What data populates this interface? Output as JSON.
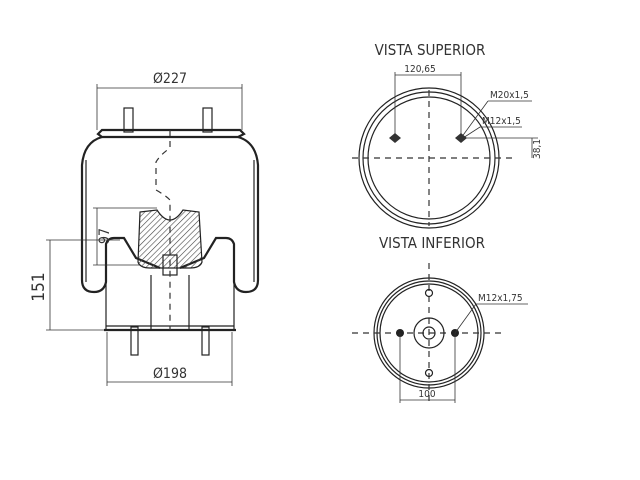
{
  "side_view": {
    "top_diameter": "Ø227",
    "bottom_diameter": "Ø198",
    "height_dim": "151",
    "piston_dim": "97"
  },
  "top_view": {
    "title": "VISTA SUPERIOR",
    "bolt_spacing": "120,65",
    "thread_large": "M20x1,5",
    "thread_small": "M12x1,5",
    "offset_dim": "38,1"
  },
  "bottom_view": {
    "title": "VISTA INFERIOR",
    "thread": "M12x1,75",
    "bolt_spacing": "100"
  }
}
